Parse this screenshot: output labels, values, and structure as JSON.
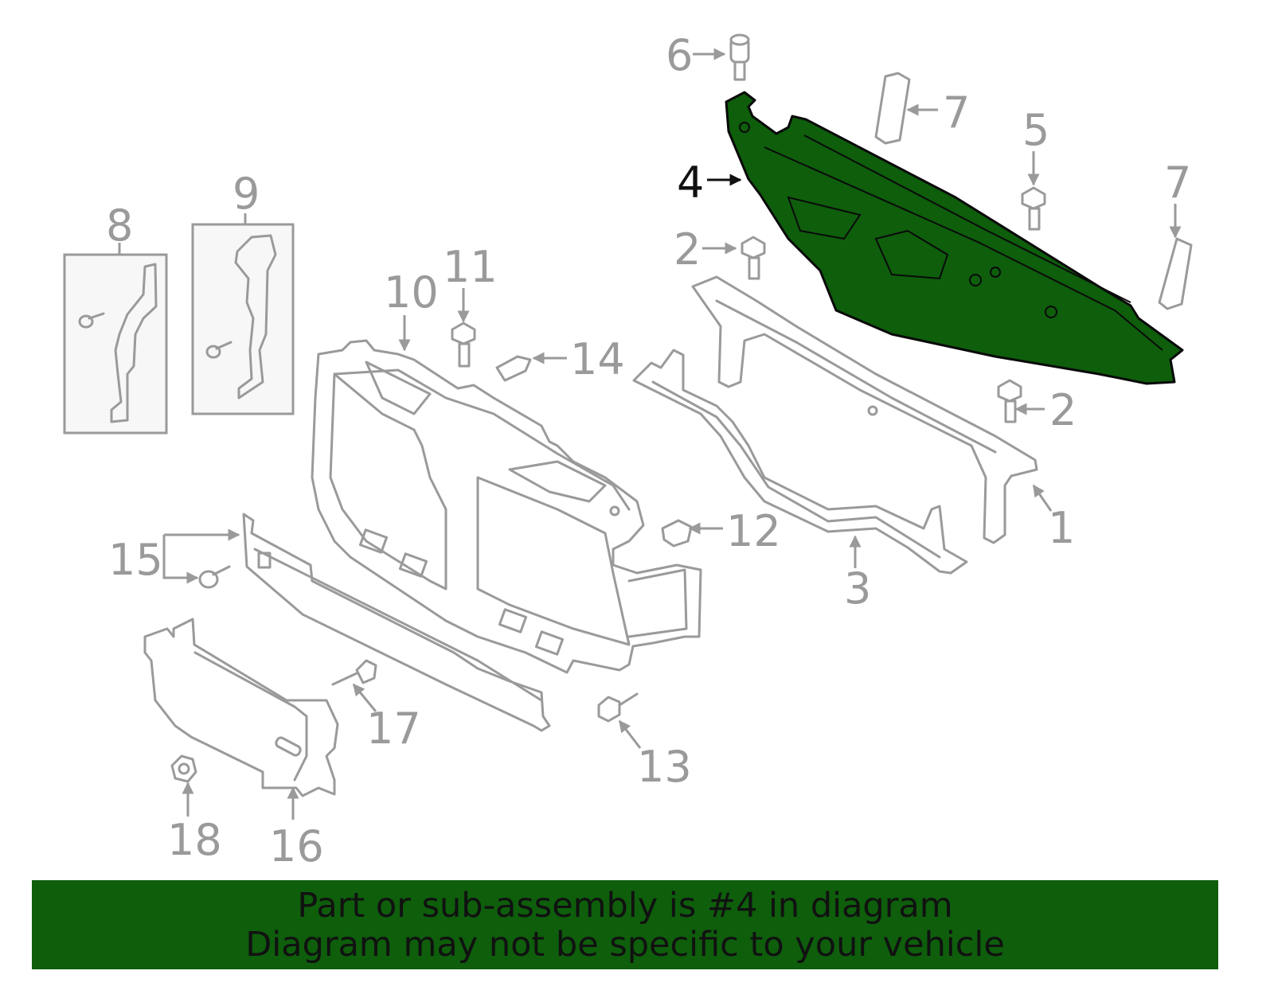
{
  "diagram": {
    "highlighted_part": "4",
    "callouts": [
      "1",
      "2",
      "2",
      "3",
      "4",
      "5",
      "6",
      "7",
      "7",
      "8",
      "9",
      "10",
      "11",
      "12",
      "13",
      "14",
      "15",
      "16",
      "17",
      "18"
    ]
  },
  "banner": {
    "line1": "Part or sub-assembly is #4 in diagram",
    "line2": "Diagram may not be specific to your vehicle"
  },
  "colors": {
    "highlight": "#0e5e0c",
    "parts": "#9a9a9a"
  }
}
